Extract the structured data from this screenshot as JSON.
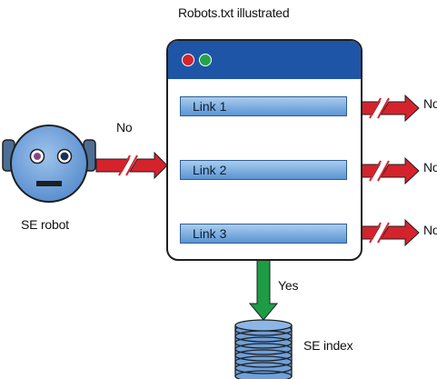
{
  "diagram": {
    "title": "Robots.txt illustrated",
    "robot_label": "SE robot",
    "links": [
      "Link 1",
      "Link 2",
      "Link 3"
    ],
    "arrow_no_label": "No",
    "arrow_yes_label": "Yes",
    "index_label": "SE index"
  },
  "colors": {
    "blocked_arrow": "#d4232c",
    "allowed_arrow": "#1e9c45",
    "browser_bar": "#1f55a6",
    "robot_face": "#6f9fd7",
    "index_disk": "#6ea0da"
  }
}
